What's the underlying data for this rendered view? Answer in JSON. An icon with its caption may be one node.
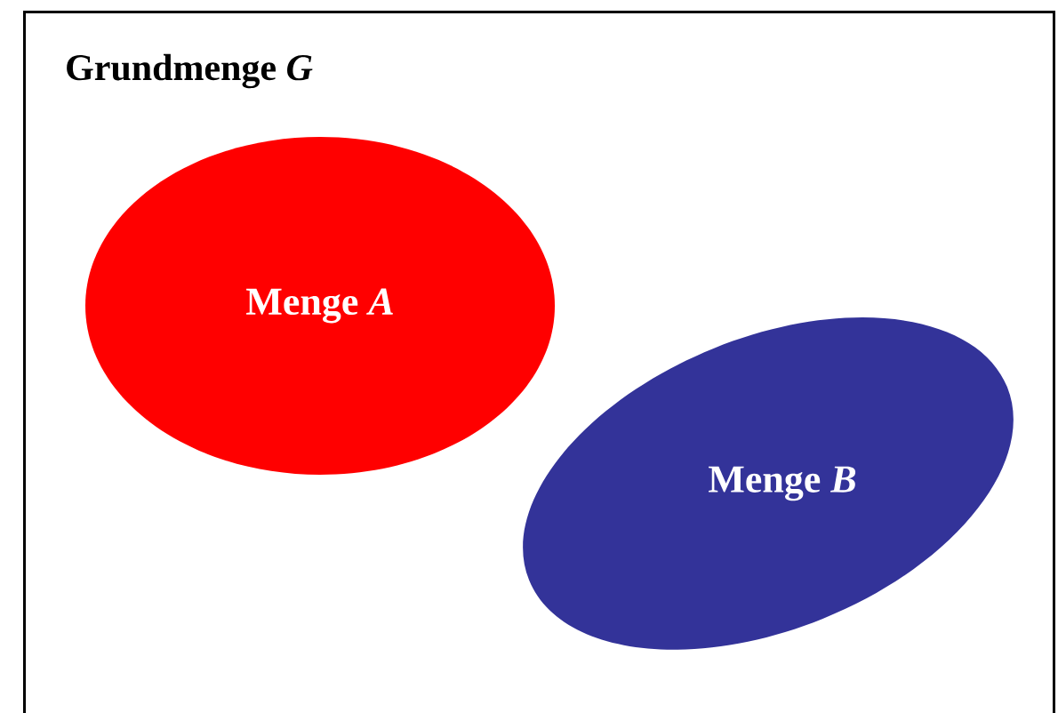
{
  "diagram": {
    "nodes": [
      {
        "text": [
          "Grundmenge *G*"
        ]
      },
      {
        "text": [
          "Menge *A*"
        ],
        "in": 0
      },
      {
        "text": [
          "Menge *B*"
        ],
        "in": 0
      }
    ]
  }
}
